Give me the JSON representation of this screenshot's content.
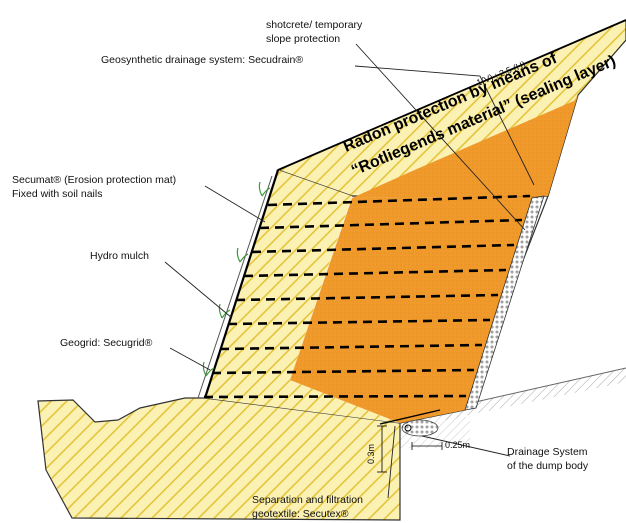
{
  "labels": {
    "shotcrete_line1": "shotcrete/ temporary",
    "shotcrete_line2": "slope protection",
    "geosynthetic_drainage": "Geosynthetic drainage system: Secudrain®",
    "slope_ratio": "1(V) : 2.5 (H)",
    "radon_line1": "Radon protection by means of",
    "radon_line2": "“Rotliegends material” (sealing layer)",
    "secumat_line1": "Secumat® (Erosion protection mat)",
    "secumat_line2": "Fixed with soil nails",
    "hydro_mulch": "Hydro mulch",
    "geogrid": "Geogrid: Secugrid®",
    "dim_vertical": "0.3m",
    "dim_horizontal": "0.25m",
    "drainage_line1": "Drainage System",
    "drainage_line2": "of the dump body",
    "separation_line1": "Separation and filtration",
    "separation_line2": "geotextile: Secutex®"
  },
  "colors": {
    "hatch_fill": "#fbf1b3",
    "hatch_stroke": "#e5c43c",
    "core_fill": "#f19a2c",
    "ground_hatch": "#8a8a8a"
  }
}
